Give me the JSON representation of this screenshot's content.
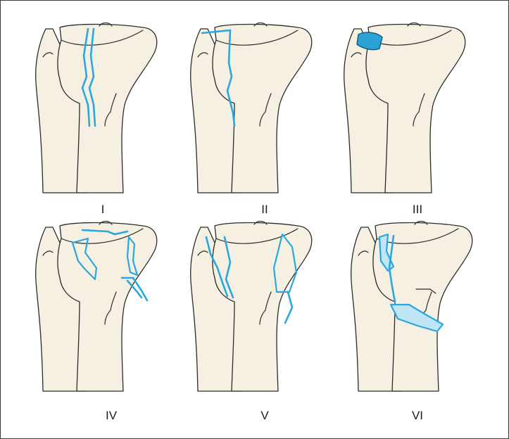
{
  "figure": {
    "panels": [
      {
        "id": "I",
        "label": "I"
      },
      {
        "id": "II",
        "label": "II"
      },
      {
        "id": "III",
        "label": "III"
      },
      {
        "id": "IV",
        "label": "IV"
      },
      {
        "id": "V",
        "label": "V"
      },
      {
        "id": "VI",
        "label": "VI"
      }
    ]
  },
  "colors": {
    "fracture_line": "#2aa7dc",
    "comminution_fill": "#bfe5f6",
    "bone_fill": "#f6f0e2",
    "outline": "#2b2b2b"
  }
}
